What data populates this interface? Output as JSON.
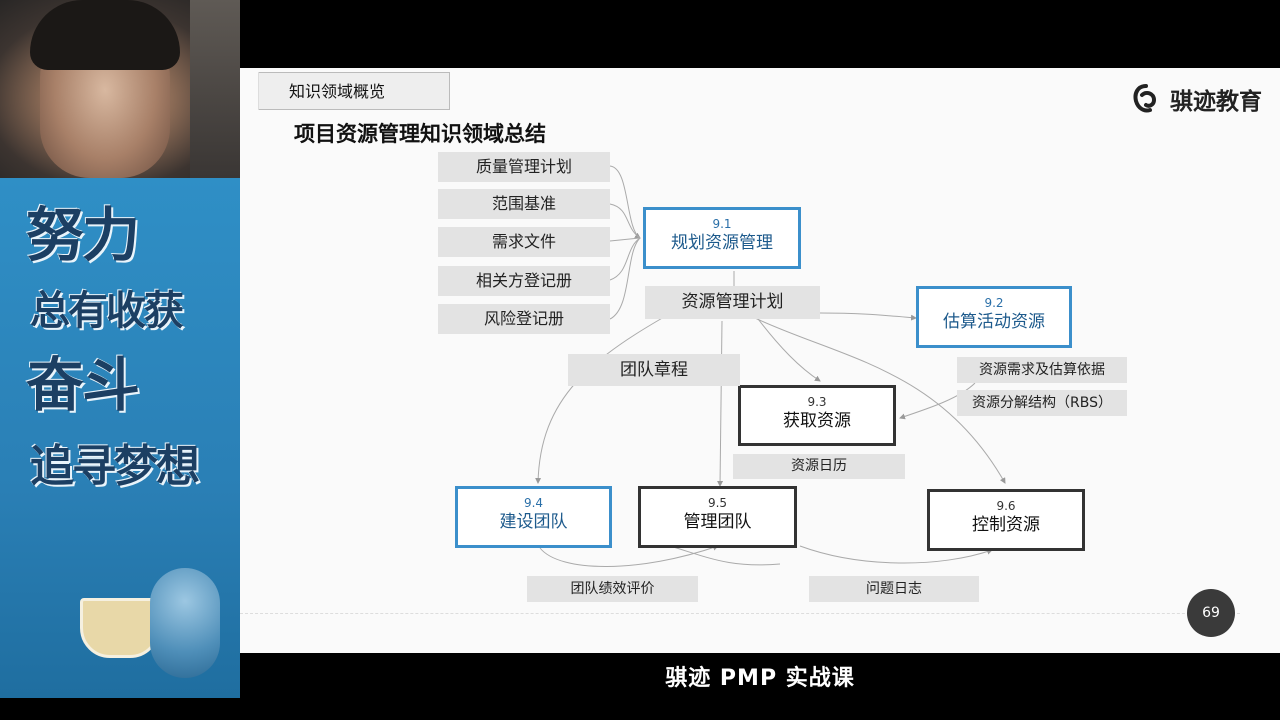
{
  "banner": {
    "slogan_line1": "努力",
    "slogan_line2": "总有收获",
    "slogan_line3": "奋斗",
    "slogan_line4": "追寻梦想"
  },
  "slide": {
    "tag": "知识领域概览",
    "title": "项目资源管理知识领域总结",
    "logo_text": "骐迹教育",
    "inputs": [
      "质量管理计划",
      "范围基准",
      "需求文件",
      "相关方登记册",
      "风险登记册"
    ],
    "processes": {
      "p91": {
        "num": "9.1",
        "name": "规划资源管理"
      },
      "p92": {
        "num": "9.2",
        "name": "估算活动资源"
      },
      "p93": {
        "num": "9.3",
        "name": "获取资源"
      },
      "p94": {
        "num": "9.4",
        "name": "建设团队"
      },
      "p95": {
        "num": "9.5",
        "name": "管理团队"
      },
      "p96": {
        "num": "9.6",
        "name": "控制资源"
      }
    },
    "labels": {
      "resource_plan": "资源管理计划",
      "team_charter": "团队章程",
      "resource_req": "资源需求及估算依据",
      "rbs": "资源分解结构（RBS）",
      "resource_calendar": "资源日历",
      "team_perf": "团队绩效评价",
      "issue_log": "问题日志"
    },
    "page_number": "69"
  },
  "caption": "骐迹 PMP 实战课",
  "colors": {
    "process_blue_border": "#3b8fcb",
    "process_dark_border": "#333333",
    "label_bg": "#e3e3e3",
    "banner_blue": "#2f8fc6"
  }
}
